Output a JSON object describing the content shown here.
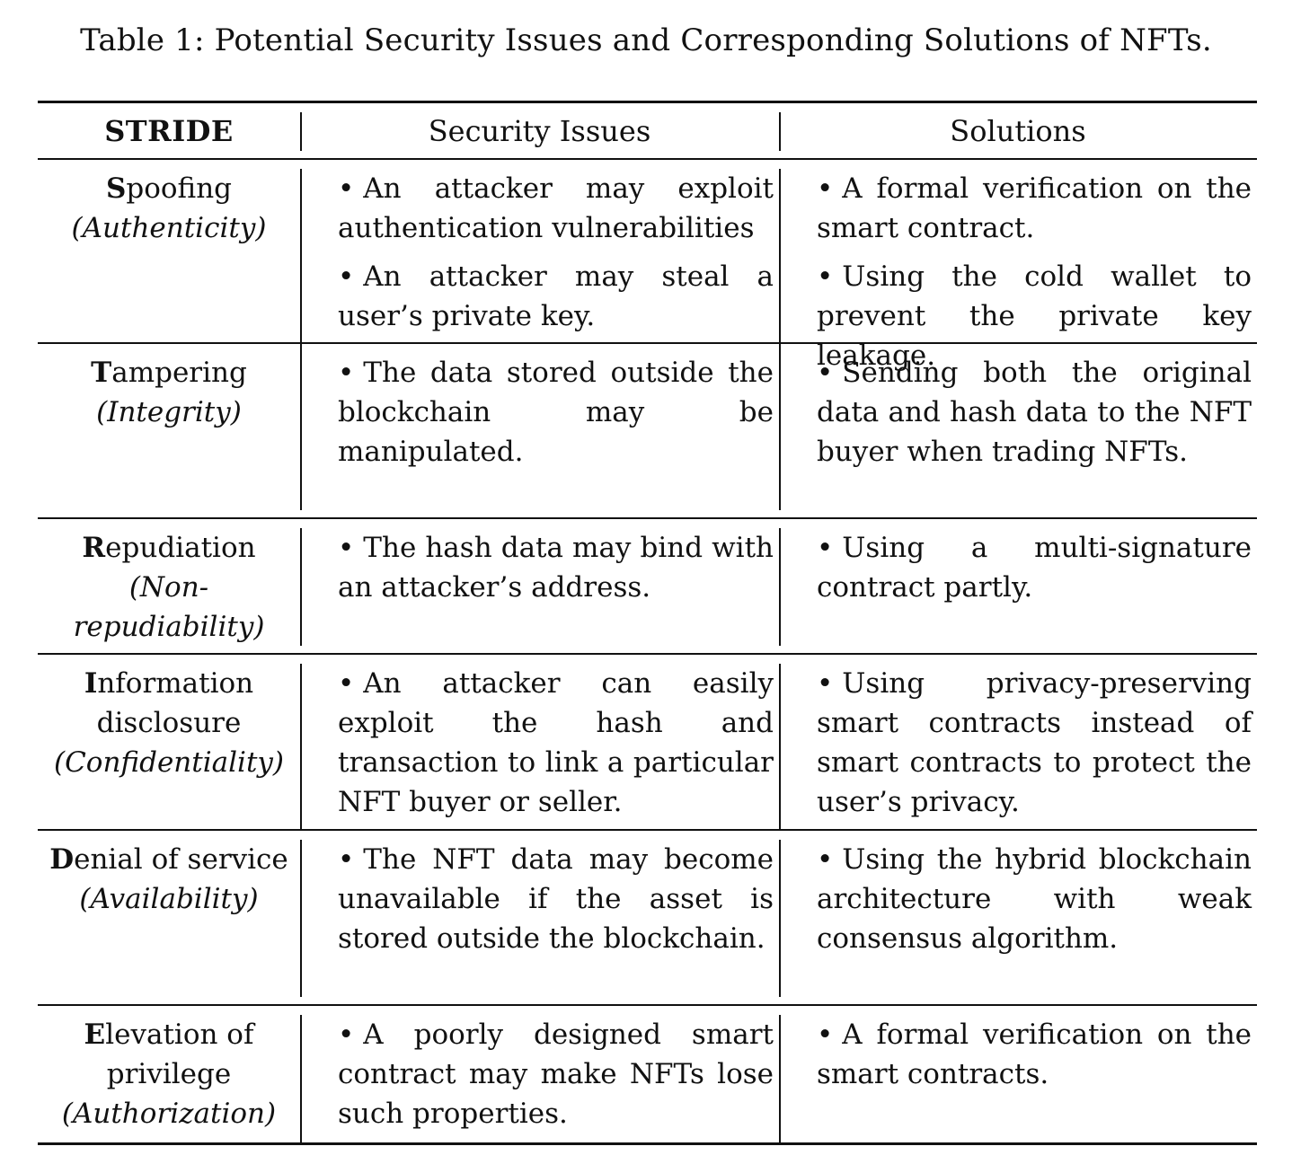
{
  "caption": "Table 1: Potential Security Issues and Corresponding Solutions of NFTs.",
  "headers": {
    "stride": "STRIDE",
    "issues": "Security Issues",
    "solutions": "Solutions"
  },
  "bullet": "•",
  "rows": [
    {
      "lead": "S",
      "rest": "poofing",
      "property": "(Authenticity)",
      "issues": [
        "An attacker may exploit authentication vulnerabilities",
        "An attacker may steal a user’s private key."
      ],
      "solutions": [
        "A formal verification on the smart contract.",
        "Using the cold wallet to prevent the private key leakage."
      ]
    },
    {
      "lead": "T",
      "rest": "ampering",
      "property": "(Integrity)",
      "issues": [
        "The data stored outside the blockchain may be manipulated."
      ],
      "solutions": [
        "Sending both the original data and hash data to the NFT buyer when trading NFTs."
      ]
    },
    {
      "lead": "R",
      "rest": "epudiation",
      "property": "(Non-repudiability)",
      "issues": [
        "The hash data may bind with an attacker’s address."
      ],
      "solutions": [
        "Using a multi-signature contract partly."
      ]
    },
    {
      "lead": "I",
      "rest": "nformation disclosure",
      "property": "(Confidentiality)",
      "issues": [
        "An attacker can easily exploit the hash and transaction to link a particular NFT buyer or seller."
      ],
      "solutions": [
        "Using privacy-preserving smart contracts instead of smart contracts to protect the user’s privacy."
      ]
    },
    {
      "lead": "D",
      "rest": "enial of service",
      "property": "(Availability)",
      "issues": [
        "The NFT data may become unavailable if the asset is stored outside the blockchain."
      ],
      "solutions": [
        "Using the hybrid blockchain architecture with weak consensus algorithm."
      ]
    },
    {
      "lead": "E",
      "rest": "levation of privilege",
      "property": "(Authorization)",
      "issues": [
        "A poorly designed smart contract may make NFTs lose such properties."
      ],
      "solutions": [
        "A formal verification on the smart contracts."
      ]
    }
  ]
}
